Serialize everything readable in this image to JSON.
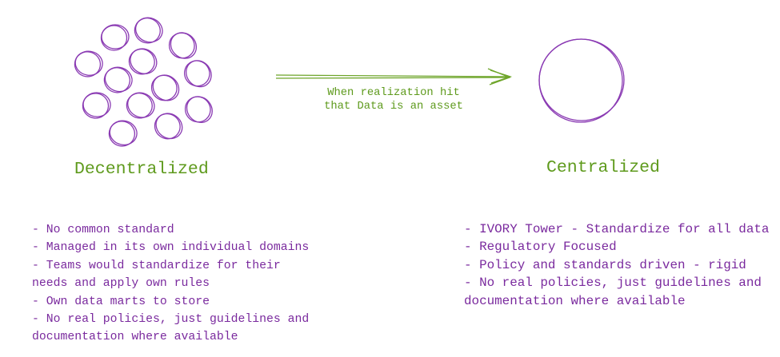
{
  "colors": {
    "purple": "#8a3ab3",
    "green": "#5e9a1c",
    "text_purple": "#7a2a9e"
  },
  "left": {
    "title": "Decentralized",
    "items": [
      "-  No common standard",
      "- Managed in its own individual domains",
      "- Teams would standardize for their",
      "needs and apply own rules",
      "- Own data marts to store",
      "- No real policies, just guidelines and",
      "documentation where available"
    ]
  },
  "arrow": {
    "label_line1": "When realization hit",
    "label_line2": "that Data is an asset"
  },
  "right": {
    "title": "Centralized",
    "items": [
      "-  IVORY Tower - Standardize for all data",
      "- Regulatory Focused",
      "- Policy and standards driven - rigid",
      "- No real policies, just guidelines and",
      "documentation where available"
    ]
  }
}
